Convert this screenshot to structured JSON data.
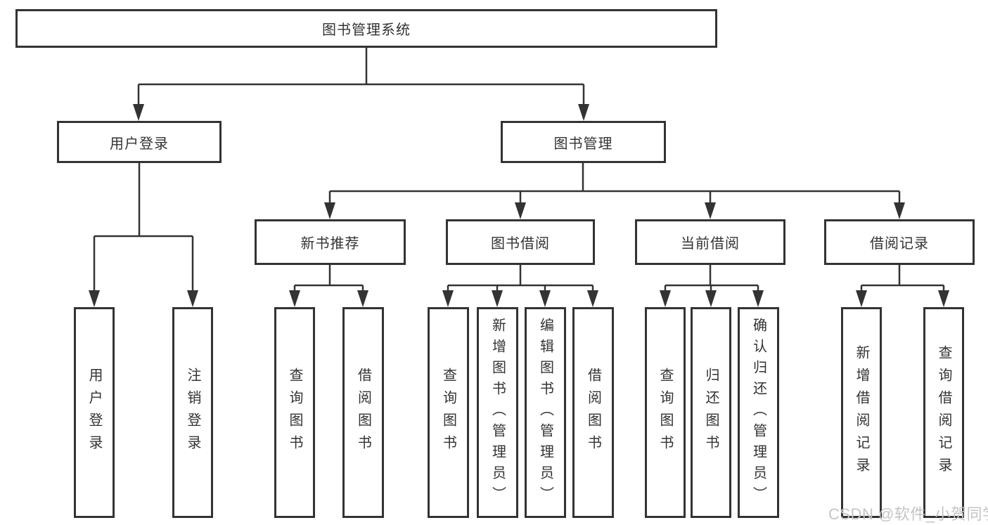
{
  "diagram": {
    "root": {
      "label": "图书管理系统"
    },
    "level2": [
      {
        "label": "用户登录"
      },
      {
        "label": "图书管理"
      }
    ],
    "level3": [
      {
        "label": "新书推荐"
      },
      {
        "label": "图书借阅"
      },
      {
        "label": "当前借阅"
      },
      {
        "label": "借阅记录"
      }
    ],
    "leaves": {
      "user_login_group": [
        {
          "label": "用户登录"
        },
        {
          "label": "注销登录"
        }
      ],
      "new_book_group": [
        {
          "label": "查询图书"
        },
        {
          "label": "借阅图书"
        }
      ],
      "book_borrow_group": [
        {
          "label": "查询图书"
        },
        {
          "label": "新增图书（管理员）"
        },
        {
          "label": "编辑图书（管理员）"
        },
        {
          "label": "借阅图书"
        }
      ],
      "current_borrow_group": [
        {
          "label": "查询图书"
        },
        {
          "label": "归还图书"
        },
        {
          "label": "确认归还（管理员）"
        }
      ],
      "borrow_record_group": [
        {
          "label": "新增借阅记录"
        },
        {
          "label": "查询借阅记录"
        }
      ]
    }
  },
  "watermark": {
    "label": "CSDN @软件_小贺同学"
  },
  "colors": {
    "line": "#333333",
    "text": "#333333",
    "background": "#ffffff",
    "watermark": "#c4c4c4"
  }
}
